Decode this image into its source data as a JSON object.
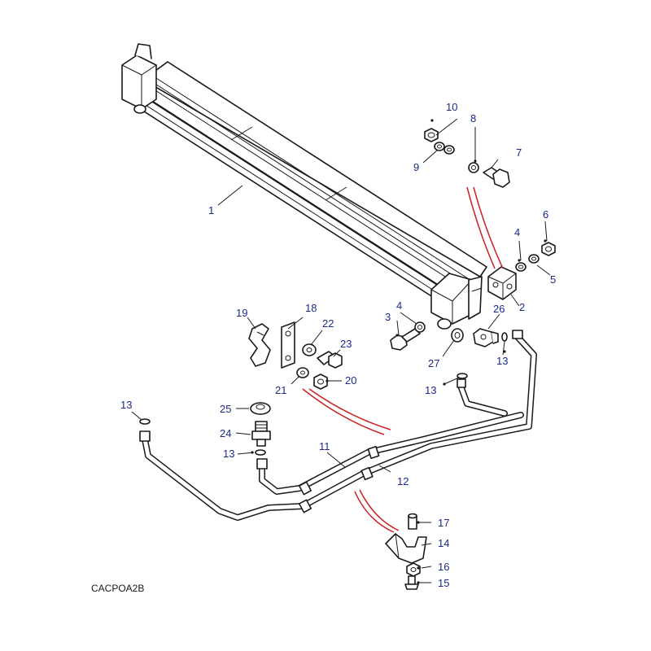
{
  "diagram": {
    "caption": "CACPOA2B",
    "callouts": [
      {
        "id": "c1",
        "label": "1"
      },
      {
        "id": "c2",
        "label": "2"
      },
      {
        "id": "c3",
        "label": "3"
      },
      {
        "id": "c4a",
        "label": "4"
      },
      {
        "id": "c4b",
        "label": "4"
      },
      {
        "id": "c5",
        "label": "5"
      },
      {
        "id": "c6",
        "label": "6"
      },
      {
        "id": "c7",
        "label": "7"
      },
      {
        "id": "c8",
        "label": "8"
      },
      {
        "id": "c9",
        "label": "9"
      },
      {
        "id": "c10",
        "label": "10"
      },
      {
        "id": "c11",
        "label": "11"
      },
      {
        "id": "c12",
        "label": "12"
      },
      {
        "id": "c13a",
        "label": "13"
      },
      {
        "id": "c13b",
        "label": "13"
      },
      {
        "id": "c13c",
        "label": "13"
      },
      {
        "id": "c13d",
        "label": "13"
      },
      {
        "id": "c14",
        "label": "14"
      },
      {
        "id": "c15",
        "label": "15"
      },
      {
        "id": "c16",
        "label": "16"
      },
      {
        "id": "c17",
        "label": "17"
      },
      {
        "id": "c18",
        "label": "18"
      },
      {
        "id": "c19",
        "label": "19"
      },
      {
        "id": "c20",
        "label": "20"
      },
      {
        "id": "c21",
        "label": "21"
      },
      {
        "id": "c22",
        "label": "22"
      },
      {
        "id": "c23",
        "label": "23"
      },
      {
        "id": "c24",
        "label": "24"
      },
      {
        "id": "c25",
        "label": "25"
      },
      {
        "id": "c26",
        "label": "26"
      },
      {
        "id": "c27",
        "label": "27"
      }
    ]
  }
}
